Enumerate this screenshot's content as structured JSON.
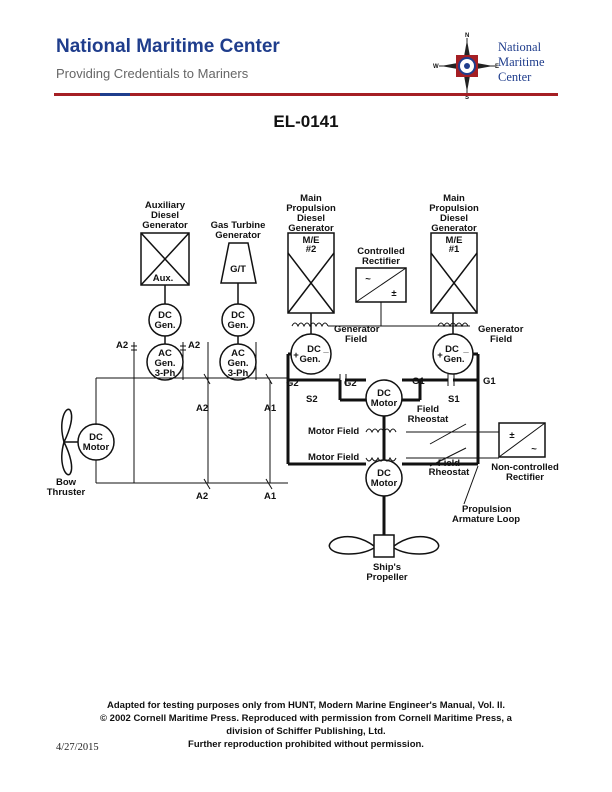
{
  "header": {
    "title": "National Maritime Center",
    "subtitle": "Providing Credentials to Mariners",
    "logo_lines": [
      "National",
      "Maritime",
      "Center"
    ],
    "compass_letters": [
      "N",
      "E",
      "S",
      "W"
    ]
  },
  "doc_id": "EL-0141",
  "diagram": {
    "labels": {
      "aux_gen": [
        "Auxiliary",
        "Diesel",
        "Generator"
      ],
      "gas_turbine": [
        "Gas Turbine",
        "Generator"
      ],
      "main_prop_2": [
        "Main",
        "Propulsion",
        "Diesel",
        "Generator"
      ],
      "main_prop_1": [
        "Main",
        "Propulsion",
        "Diesel",
        "Generator"
      ],
      "me2_box": [
        "M/E",
        "#2"
      ],
      "me1_box": [
        "M/E",
        "#1"
      ],
      "aux_box": "Aux.",
      "gt_box": "G/T",
      "controlled_rect": [
        "Controlled",
        "Rectifier"
      ],
      "rect_tilde": "~",
      "rect_pm": "±",
      "dc_gen": [
        "DC",
        "Gen."
      ],
      "ac_gen": [
        "AC",
        "Gen.",
        "3-Ph"
      ],
      "a2": "A2",
      "a1": "A1",
      "gen_field_left": [
        "Generator",
        "Field"
      ],
      "gen_field_right": [
        "Generator",
        "Field"
      ],
      "dc_minus": "DC",
      "gen_text": "Gen.",
      "plus": "+",
      "minus": "_",
      "g1": "G1",
      "g2": "G2",
      "s1": "S1",
      "s2": "S2",
      "dc_motor": [
        "DC",
        "Motor"
      ],
      "field_rheostat_1": [
        "Field",
        "Rheostat"
      ],
      "field_rheostat_2": [
        "Field",
        "Rheostat"
      ],
      "motor_field": "Motor Field",
      "non_controlled_rect": [
        "Non-controlled",
        "Rectifier"
      ],
      "bow_thruster": [
        "Bow",
        "Thruster"
      ],
      "propulsion_loop": [
        "Propulsion",
        "Armature Loop"
      ],
      "ships_propeller": [
        "Ship's",
        "Propeller"
      ]
    }
  },
  "footer": {
    "lines": [
      "Adapted for testing purposes only from HUNT, Modern Marine Engineer's Manual, Vol. II.",
      "© 2002 Cornell Maritime Press. Reproduced with permission from Cornell Maritime Press, a",
      "division of Schiffer Publishing, Ltd.",
      "Further reproduction prohibited without permission."
    ],
    "date": "4/27/2015"
  },
  "colors": {
    "brand_blue": "#1f3d8c",
    "brand_red": "#a51f24",
    "ink": "#111111"
  }
}
